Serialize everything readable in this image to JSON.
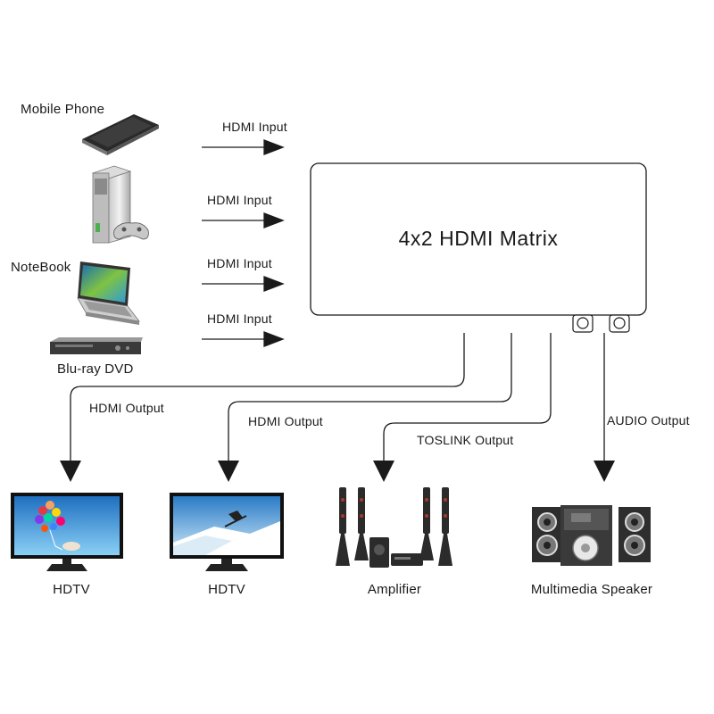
{
  "matrix": {
    "title": "4x2 HDMI Matrix"
  },
  "sources": [
    {
      "label": "Mobile Phone",
      "icon": "mobile-phone-icon"
    },
    {
      "label": "",
      "icon": "game-console-icon"
    },
    {
      "label": "NoteBook",
      "icon": "laptop-icon"
    },
    {
      "label": "Blu-ray DVD",
      "icon": "bluray-player-icon"
    }
  ],
  "inputs": [
    "HDMI Input",
    "HDMI Input",
    "HDMI Input",
    "HDMI Input"
  ],
  "outputs": [
    {
      "label": "HDMI Output",
      "device": "HDTV",
      "icon": "tv-balloons-icon"
    },
    {
      "label": "HDMI Output",
      "device": "HDTV",
      "icon": "tv-skier-icon"
    },
    {
      "label": "TOSLINK Output",
      "device": "Amplifier",
      "icon": "home-theater-icon"
    },
    {
      "label": "AUDIO Output",
      "device": "Multimedia Speaker",
      "icon": "speaker-icon"
    }
  ],
  "colors": {
    "line": "#1a1a1a",
    "screen_blue": "#3a8fd6",
    "device_dark": "#2b2b2b"
  }
}
